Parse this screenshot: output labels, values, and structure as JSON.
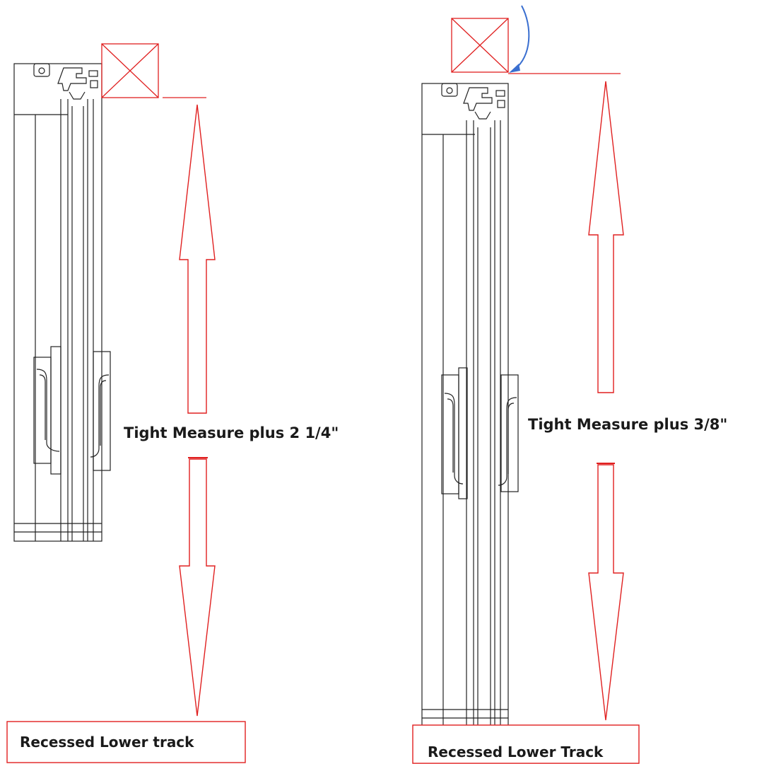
{
  "left": {
    "measure_label": "Tight Measure plus 2 1/4\"",
    "track_label": "Recessed Lower track"
  },
  "right": {
    "measure_label": "Tight Measure plus 3/8\"",
    "track_label": "Recessed Lower Track"
  },
  "colors": {
    "annotation": "#e02020",
    "drawing": "#222222",
    "pointer": "#3a6fd0"
  }
}
